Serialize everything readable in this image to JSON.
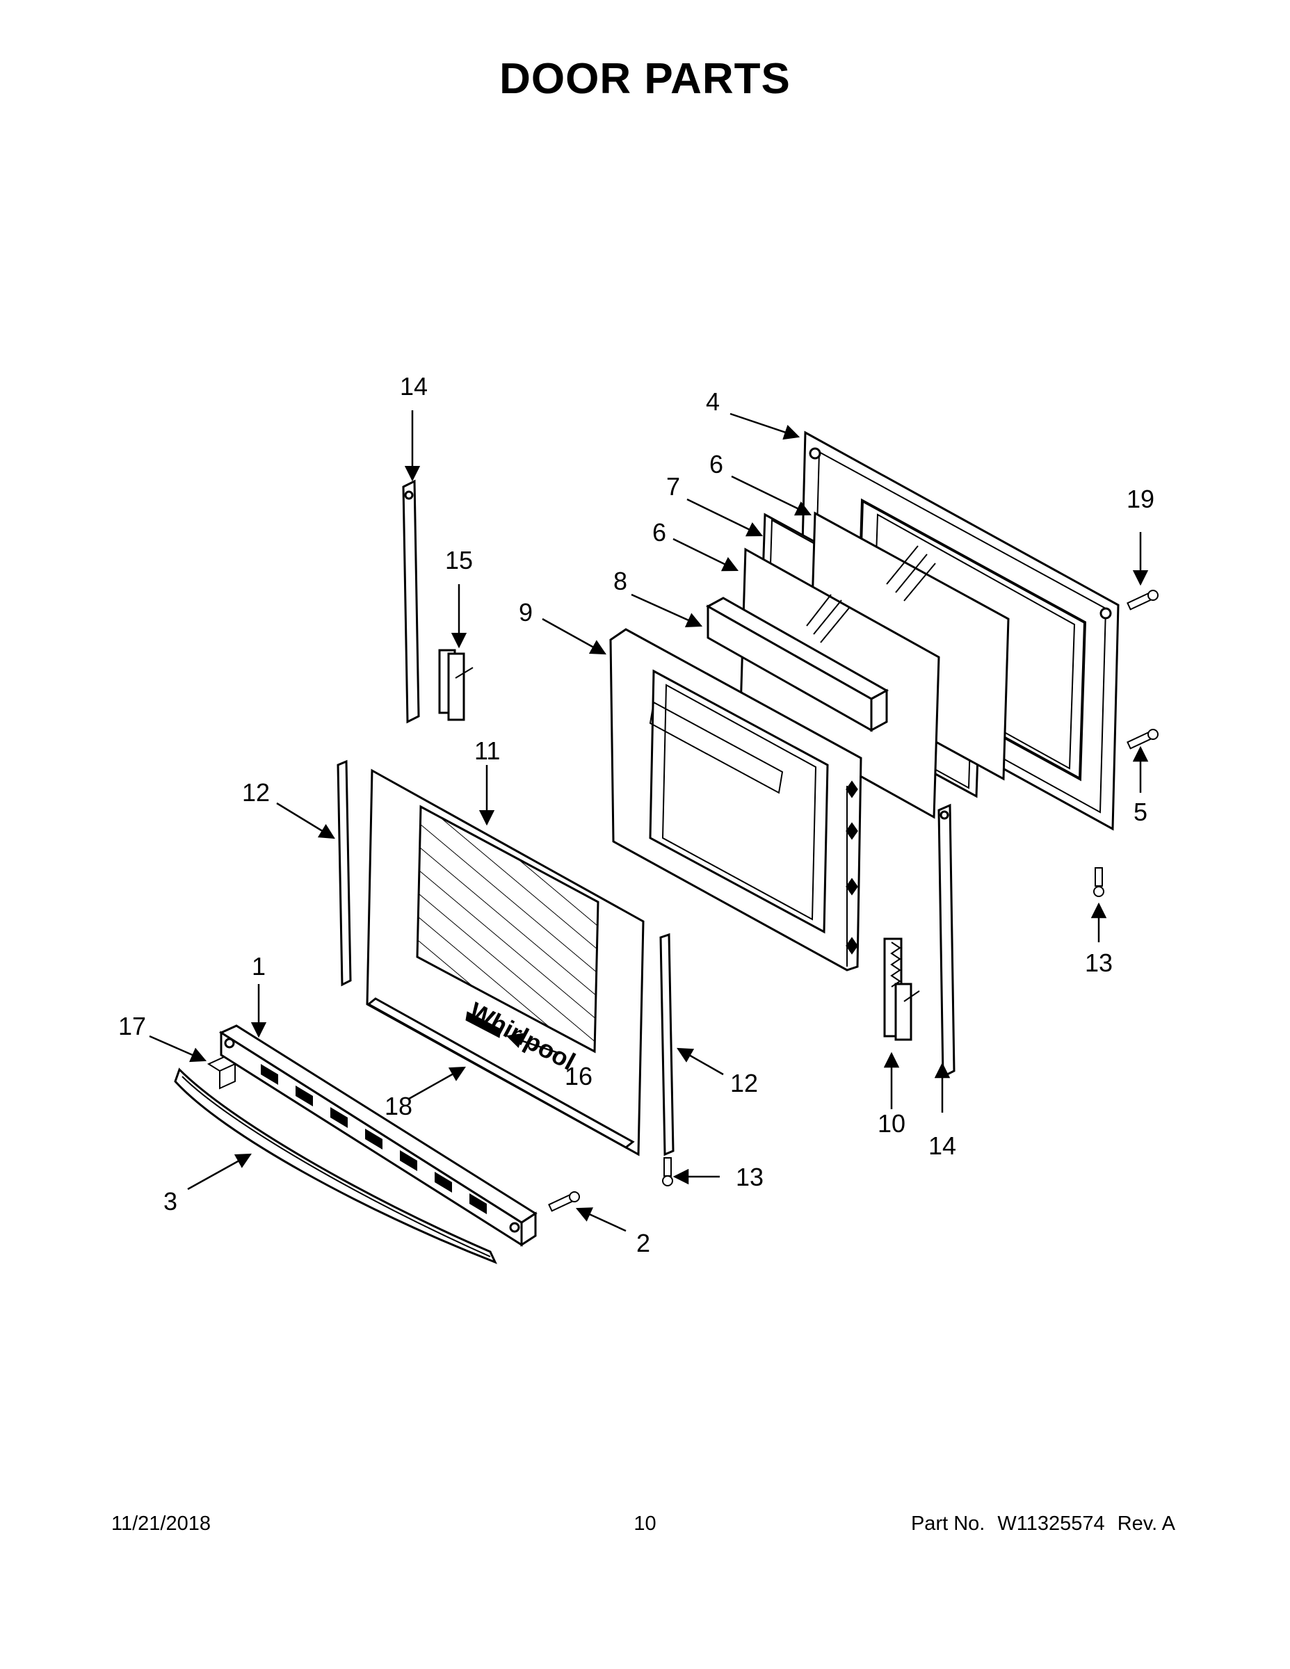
{
  "page": {
    "title": "DOOR PARTS"
  },
  "callouts": [
    "14",
    "15",
    "4",
    "6",
    "7",
    "6",
    "8",
    "9",
    "19",
    "5",
    "13",
    "11",
    "12",
    "1",
    "17",
    "16",
    "18",
    "12",
    "13",
    "10",
    "14",
    "3",
    "2"
  ],
  "logo_text": "Whirlpool",
  "footer": {
    "date": "11/21/2018",
    "page_number": "10",
    "part_label": "Part No.",
    "part_number": "W11325574",
    "revision": "Rev. A"
  }
}
